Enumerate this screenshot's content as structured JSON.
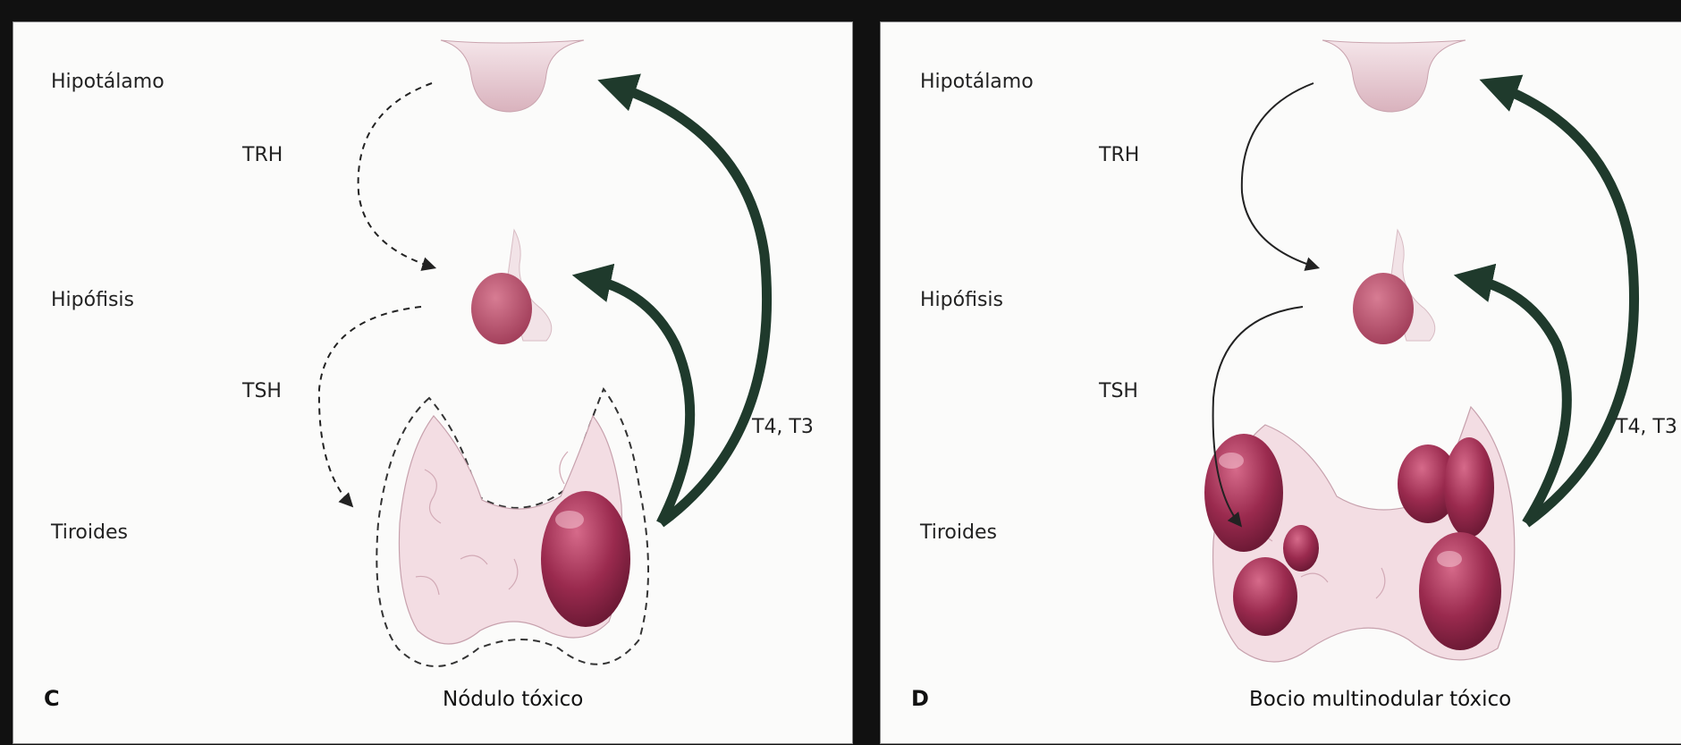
{
  "panels": [
    {
      "letter": "C",
      "caption": "Nódulo tóxico",
      "levels": {
        "hypothalamus": "Hipotálamo",
        "pituitary": "Hipófisis",
        "thyroid": "Tiroides"
      },
      "hormones": {
        "trh": "TRH",
        "tsh": "TSH",
        "feedback": "T4, T3"
      },
      "stimulation_arrows": "dashed"
    },
    {
      "letter": "D",
      "caption": "Bocio multinodular tóxico",
      "levels": {
        "hypothalamus": "Hipotálamo",
        "pituitary": "Hipófisis",
        "thyroid": "Tiroides"
      },
      "hormones": {
        "trh": "TRH",
        "tsh": "TSH",
        "feedback": "T4, T3"
      },
      "stimulation_arrows": "solid"
    }
  ],
  "colors": {
    "feedback_arrow": "#1f3a2c",
    "nodule": "#9a2a4e",
    "thyroid_tissue": "#f3dde3",
    "pituitary": "#b8506a",
    "hypothalamus": "#e6c8d0"
  }
}
